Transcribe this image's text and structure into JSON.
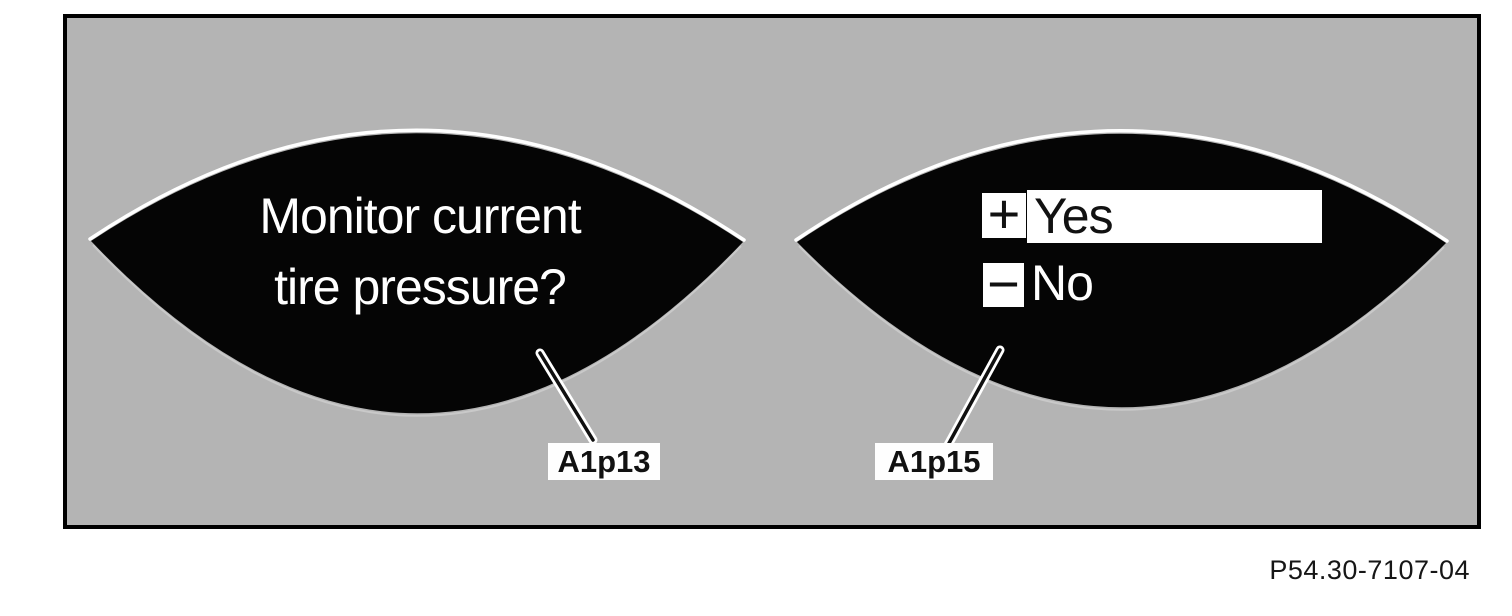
{
  "colors": {
    "canvas_bg": "#b4b4b4",
    "frame_border": "#000000",
    "display_bg": "#050505",
    "display_text": "#ffffff",
    "highlight_bg": "#ffffff",
    "highlight_text": "#111111",
    "label_bg": "#fefefe",
    "label_text": "#111111",
    "figure_text": "#161616"
  },
  "left_display": {
    "component_label": "A1p13",
    "message_lines": [
      "Monitor current",
      "tire pressure?"
    ]
  },
  "right_display": {
    "component_label": "A1p15",
    "options": [
      {
        "button_glyph": "+",
        "label": "Yes",
        "selected": true
      },
      {
        "button_glyph": "−",
        "label": "No",
        "selected": false
      }
    ]
  },
  "figure_number": "P54.30-7107-04"
}
